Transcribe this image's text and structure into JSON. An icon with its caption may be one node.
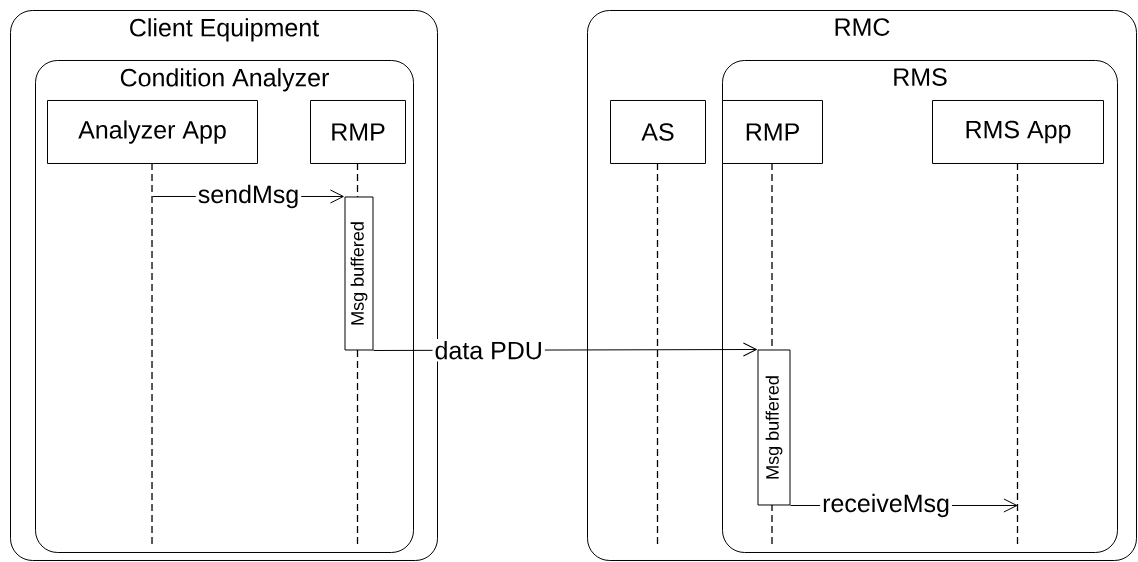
{
  "diagram": {
    "nodes": [
      {
        "text": [
          "Client Equipment"
        ]
      },
      {
        "text": [
          "Condition Analyzer"
        ],
        "in": 0
      },
      {
        "text": [
          "Analyzer App"
        ],
        "in": 1
      },
      {
        "text": [
          "RMP"
        ],
        "in": 1
      },
      {
        "text": [
          "Msg buffered"
        ],
        "in": 3
      },
      {
        "text": [
          "RMC"
        ]
      },
      {
        "text": [
          "AS"
        ],
        "in": 5
      },
      {
        "text": [
          "RMS"
        ],
        "in": 5
      },
      {
        "text": [
          "RMP"
        ],
        "in": 7
      },
      {
        "text": [
          "RMS App"
        ],
        "in": 7
      },
      {
        "text": [
          "Msg buffered"
        ],
        "in": 8
      }
    ],
    "edges": [
      {
        "from": 2,
        "to": 4,
        "arrow": "to",
        "label": "sendMsg"
      },
      {
        "from": 4,
        "to": 10,
        "arrow": "to",
        "label": "data PDU"
      },
      {
        "from": 10,
        "to": 9,
        "arrow": "to",
        "label": "receiveMsg"
      }
    ]
  }
}
